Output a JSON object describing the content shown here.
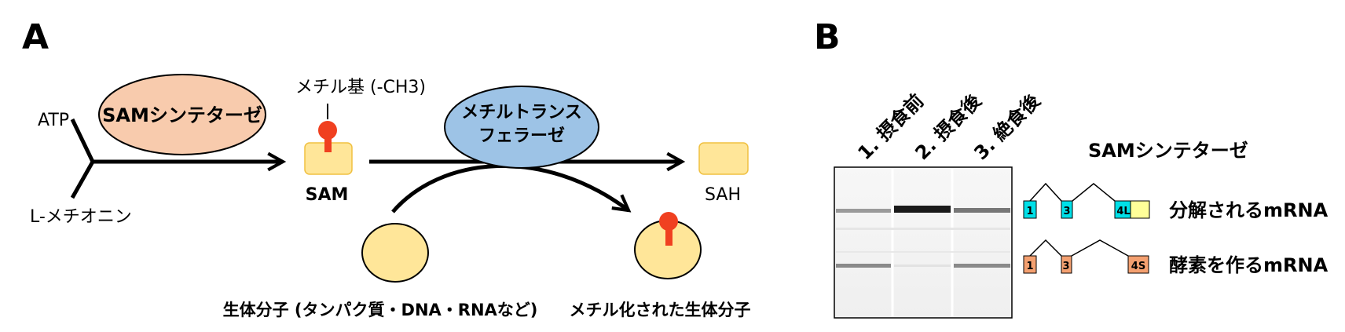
{
  "panel_a": {
    "letter": "A",
    "atp": "ATP",
    "methionine": "L-メチオニン",
    "sam_synthetase": "SAMシンテターゼ",
    "methyl_group": "メチル基 (-CH3)",
    "sam": "SAM",
    "methyltransferase_line1": "メチルトランス",
    "methyltransferase_line2": "フェラーゼ",
    "sah": "SAH",
    "biomolecule": "生体分子 (タンパク質・DNA・RNAなど)",
    "methylated_biomolecule": "メチル化された生体分子"
  },
  "panel_b": {
    "letter": "B",
    "lanes": [
      "1. 摂食前",
      "2. 摂食後",
      "3. 絶食後"
    ],
    "gene_title": "SAMシンテターゼ",
    "isoform_top": {
      "label": "分解されるmRNA",
      "exons": [
        "1",
        "3",
        "4L"
      ]
    },
    "isoform_bottom": {
      "label": "酵素を作るmRNA",
      "exons": [
        "1",
        "3",
        "4S"
      ]
    }
  },
  "colors": {
    "sam_synthetase_fill": "#f8cbad",
    "methyltransferase_fill": "#9dc3e6",
    "molecule_fill": "#ffe699",
    "methyl_red": "#f04020",
    "exon_cyan": "#00e0e8",
    "exon_yellow": "#ffff99",
    "exon_orange": "#f4a070"
  }
}
